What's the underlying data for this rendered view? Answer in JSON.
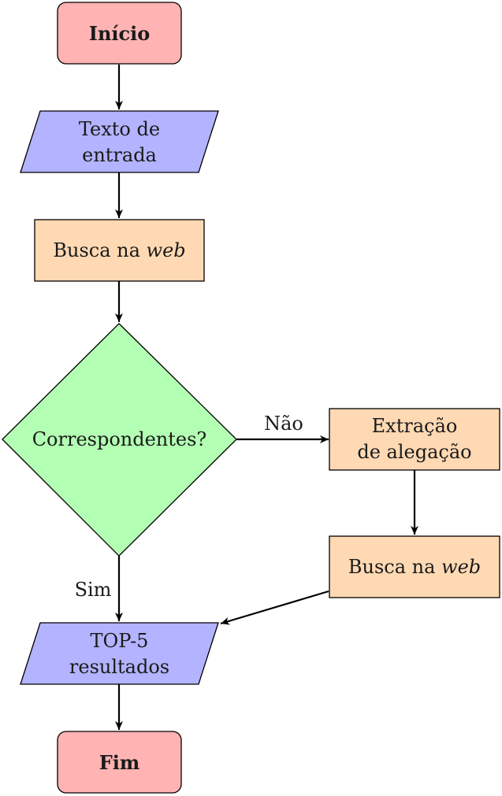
{
  "colors": {
    "terminal": "#ffb3b3",
    "io": "#b3b3ff",
    "process": "#ffd9b3",
    "decision": "#b3ffb3"
  },
  "nodes": {
    "start": {
      "label": "Início"
    },
    "input": {
      "line1": "Texto de",
      "line2": "entrada"
    },
    "search1": {
      "prefix": "Busca na ",
      "emph": "web"
    },
    "decision": {
      "label": "Correspondentes?"
    },
    "extract": {
      "line1": "Extração",
      "line2": "de alegação"
    },
    "search2": {
      "prefix": "Busca na ",
      "emph": "web"
    },
    "output": {
      "line1": "TOP-5",
      "line2": "resultados"
    },
    "end": {
      "label": "Fim"
    }
  },
  "edges": {
    "no_label": "Não",
    "yes_label": "Sim"
  }
}
